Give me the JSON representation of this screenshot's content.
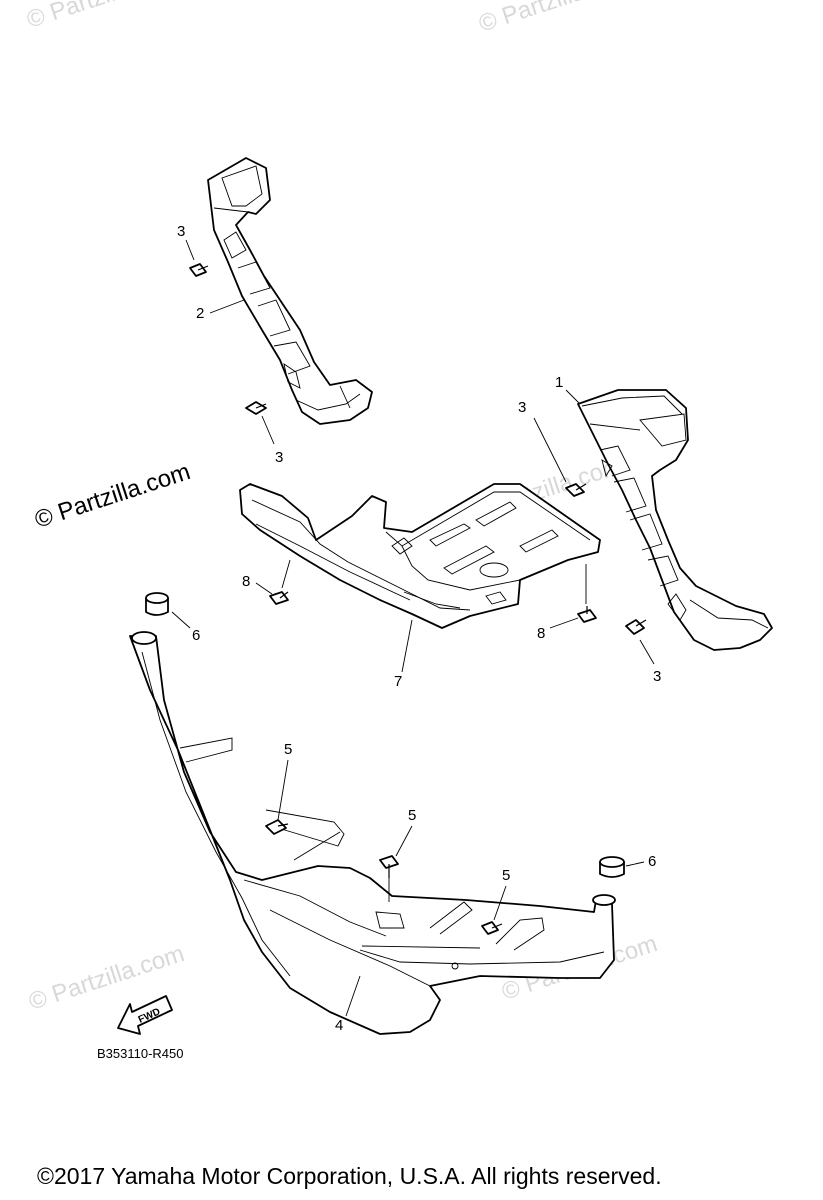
{
  "diagram": {
    "callouts": {
      "part_1": "1",
      "part_2": "2",
      "part_3_a": "3",
      "part_3_b": "3",
      "part_3_c": "3",
      "part_3_d": "3",
      "part_4": "4",
      "part_5_a": "5",
      "part_5_b": "5",
      "part_5_c": "5",
      "part_6_a": "6",
      "part_6_b": "6",
      "part_7": "7",
      "part_8_a": "8",
      "part_8_b": "8"
    },
    "fwd_arrow_label": "FWD",
    "reference_code": "B353110-R450",
    "watermark_main": "© Partzilla.com",
    "watermark_faded": "© Partzilla.com",
    "copyright": "©2017  Yamaha Motor Corporation, U.S.A. All rights reserved."
  }
}
